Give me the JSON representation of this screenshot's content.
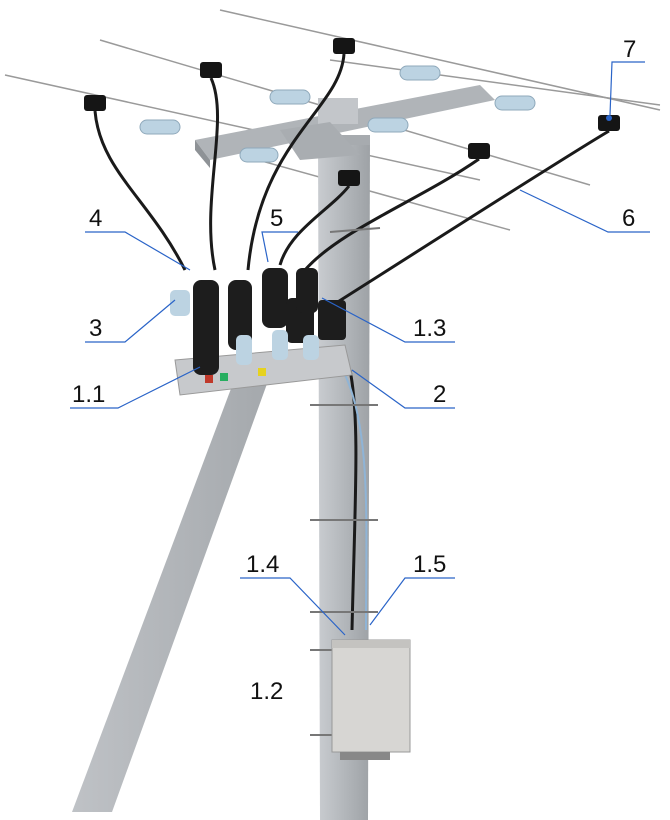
{
  "labels": {
    "l7": "7",
    "l4": "4",
    "l5": "5",
    "l6": "6",
    "l3": "3",
    "l1_3": "1.3",
    "l1_1": "1.1",
    "l2": "2",
    "l1_4": "1.4",
    "l1_5": "1.5",
    "l1_2": "1.2"
  },
  "colors": {
    "leader": "#2a64c8",
    "pole": "#b9bcc0",
    "insulator": "#bcd3e2",
    "cable": "#1a1a1a"
  }
}
